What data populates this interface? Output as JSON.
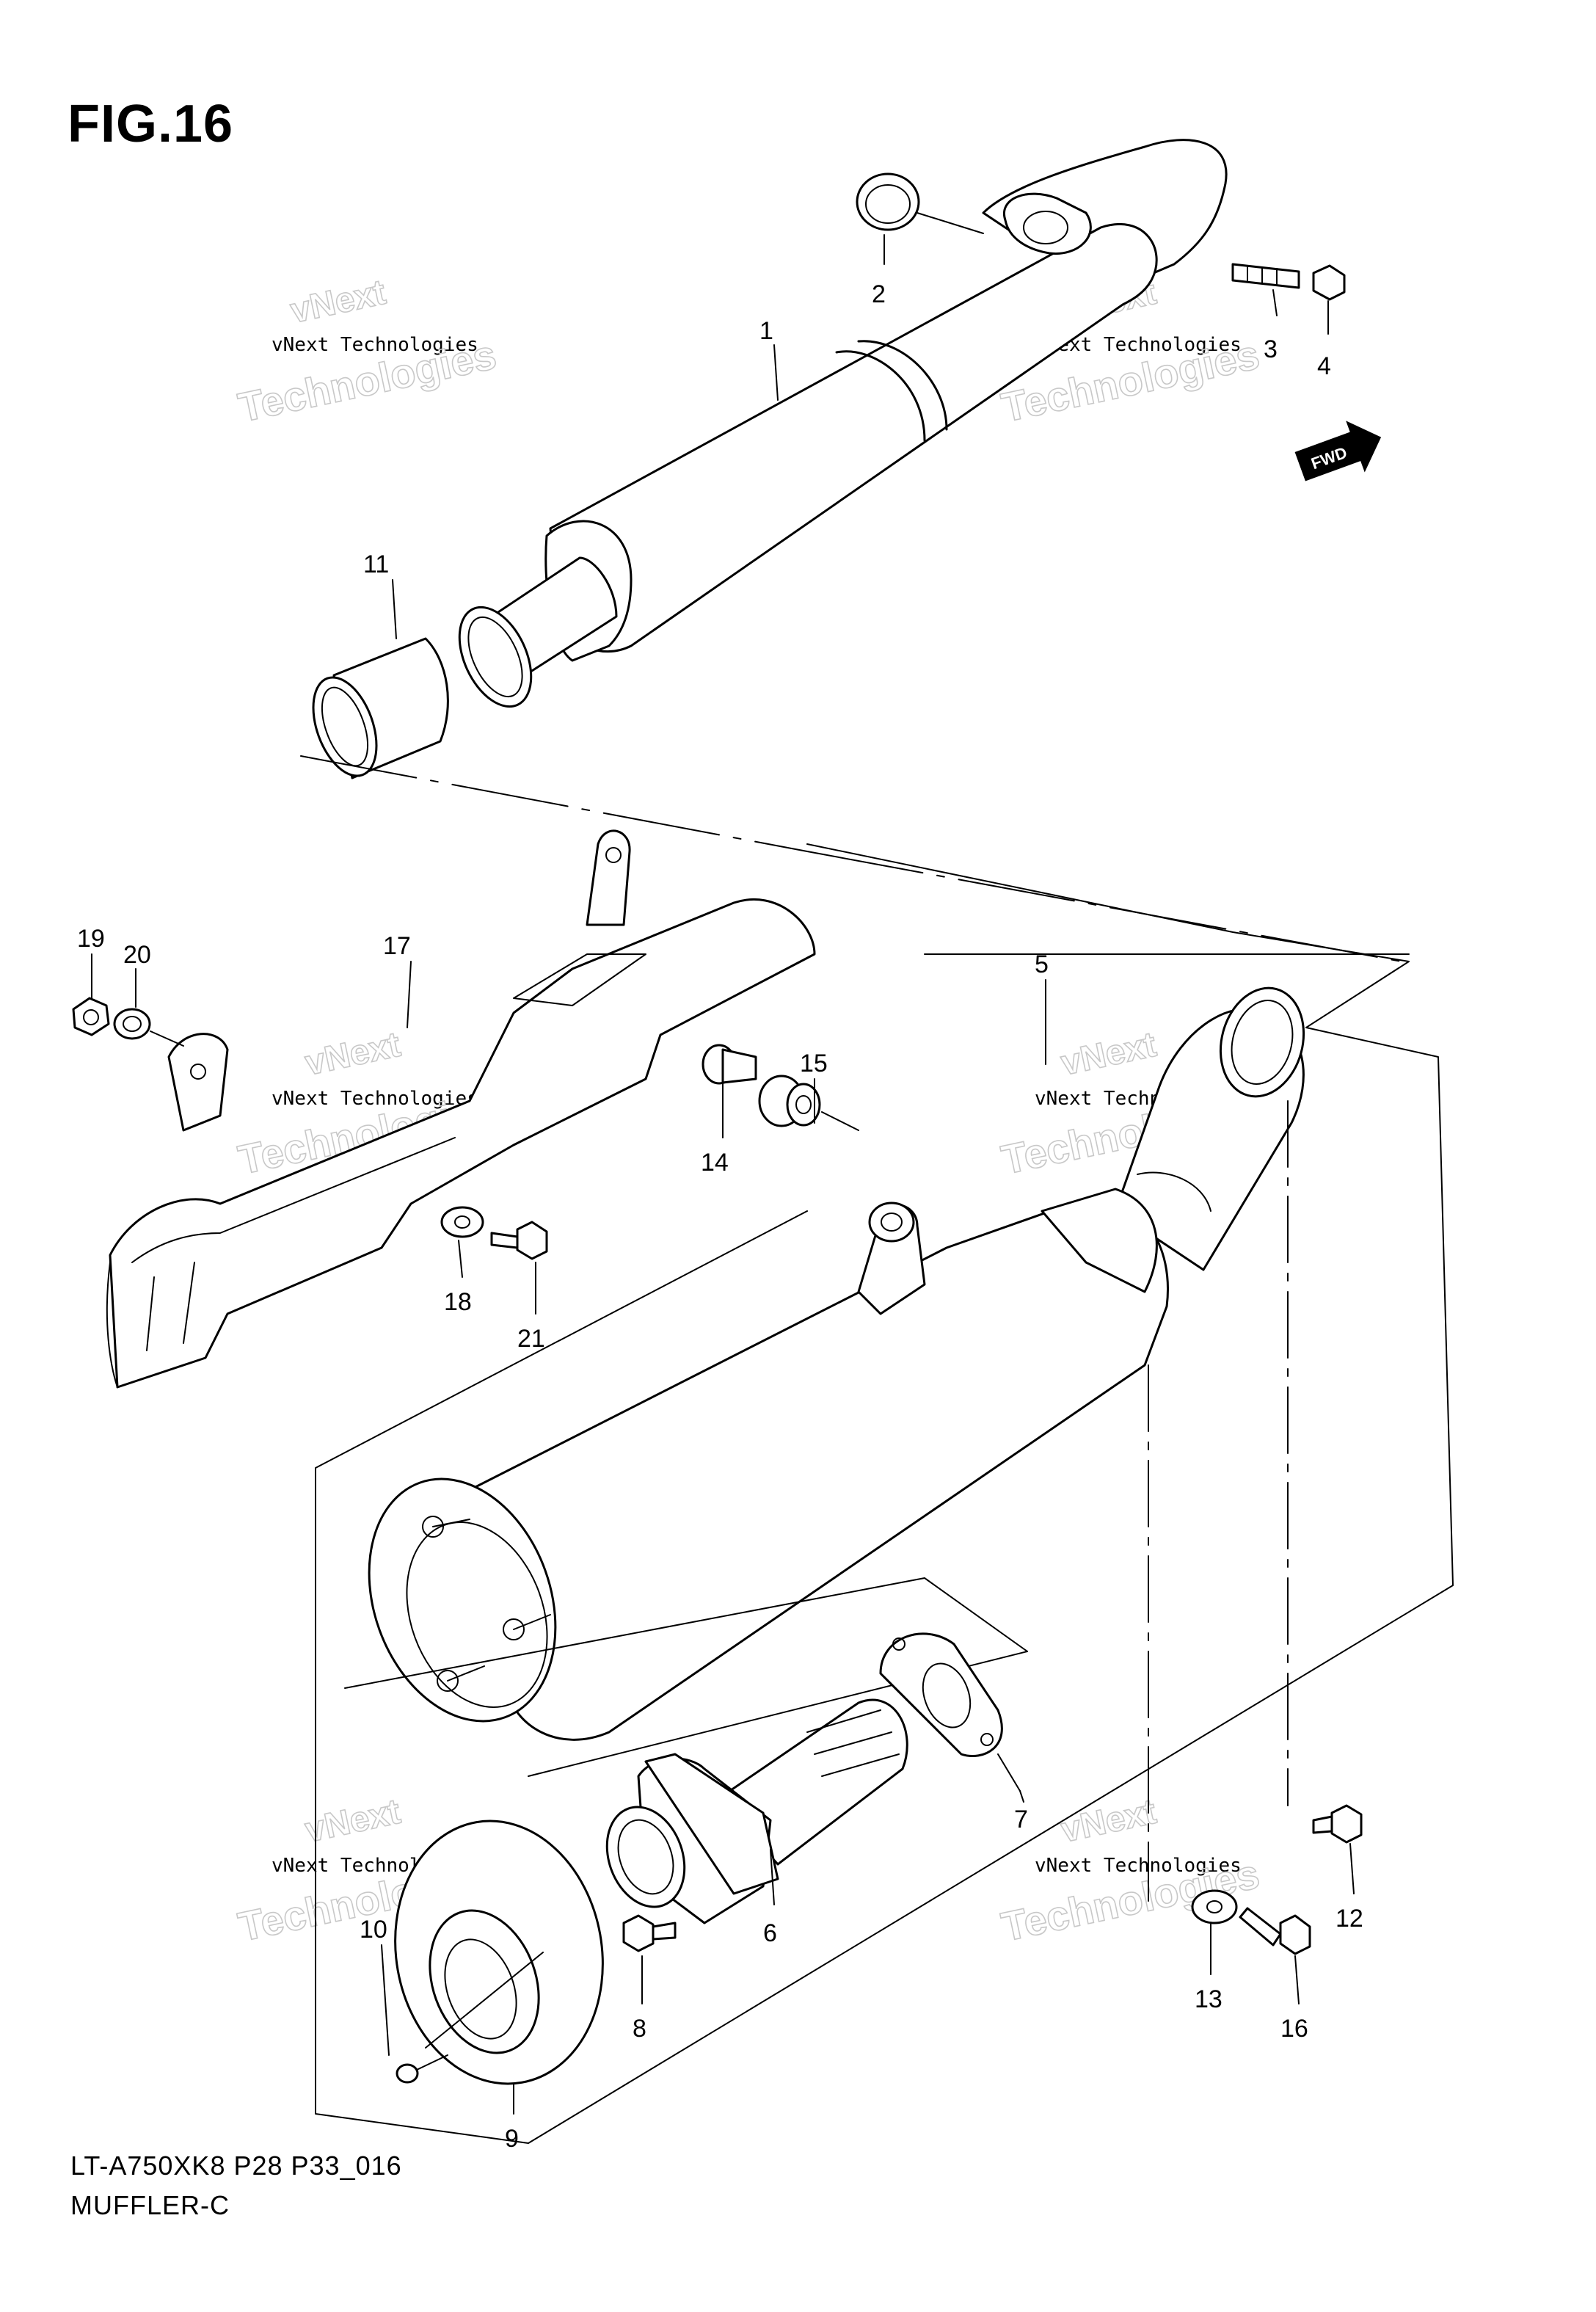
{
  "figure": {
    "title": "FIG.16",
    "model_code": "LT-A750XK8 P28 P33_016",
    "section_name": "MUFFLER-C"
  },
  "watermark": {
    "line0": "vNext",
    "line1": "vNext Technologies",
    "line2": "Technologies"
  },
  "direction_badge": {
    "label": "FWD"
  },
  "callouts": [
    {
      "id": "c1",
      "label": "1"
    },
    {
      "id": "c2",
      "label": "2"
    },
    {
      "id": "c3",
      "label": "3"
    },
    {
      "id": "c4",
      "label": "4"
    },
    {
      "id": "c5",
      "label": "5"
    },
    {
      "id": "c6",
      "label": "6"
    },
    {
      "id": "c7",
      "label": "7"
    },
    {
      "id": "c8",
      "label": "8"
    },
    {
      "id": "c9",
      "label": "9"
    },
    {
      "id": "c10",
      "label": "10"
    },
    {
      "id": "c11",
      "label": "11"
    },
    {
      "id": "c12",
      "label": "12"
    },
    {
      "id": "c13",
      "label": "13"
    },
    {
      "id": "c14",
      "label": "14"
    },
    {
      "id": "c15",
      "label": "15"
    },
    {
      "id": "c16",
      "label": "16"
    },
    {
      "id": "c17",
      "label": "17"
    },
    {
      "id": "c18",
      "label": "18"
    },
    {
      "id": "c19",
      "label": "19"
    },
    {
      "id": "c20",
      "label": "20"
    },
    {
      "id": "c21",
      "label": "21"
    }
  ]
}
